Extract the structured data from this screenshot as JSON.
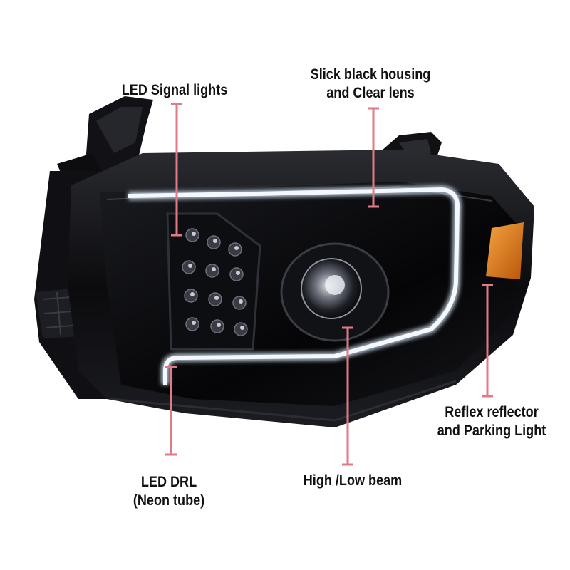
{
  "callouts": {
    "signal": {
      "line1": "LED Signal lights"
    },
    "housing": {
      "line1": "Slick black housing",
      "line2": "and Clear lens"
    },
    "reflector": {
      "line1": "Reflex reflector",
      "line2": "and Parking Light"
    },
    "drl": {
      "line1": "LED DRL",
      "line2": "(Neon tube)"
    },
    "beam": {
      "line1": "High /Low beam"
    }
  },
  "colors": {
    "leader_line": "#e07a85",
    "label_text": "#111111",
    "housing": "#0a0a0c",
    "drl_glow": "#e8eef5",
    "amber": "#e07a14"
  }
}
